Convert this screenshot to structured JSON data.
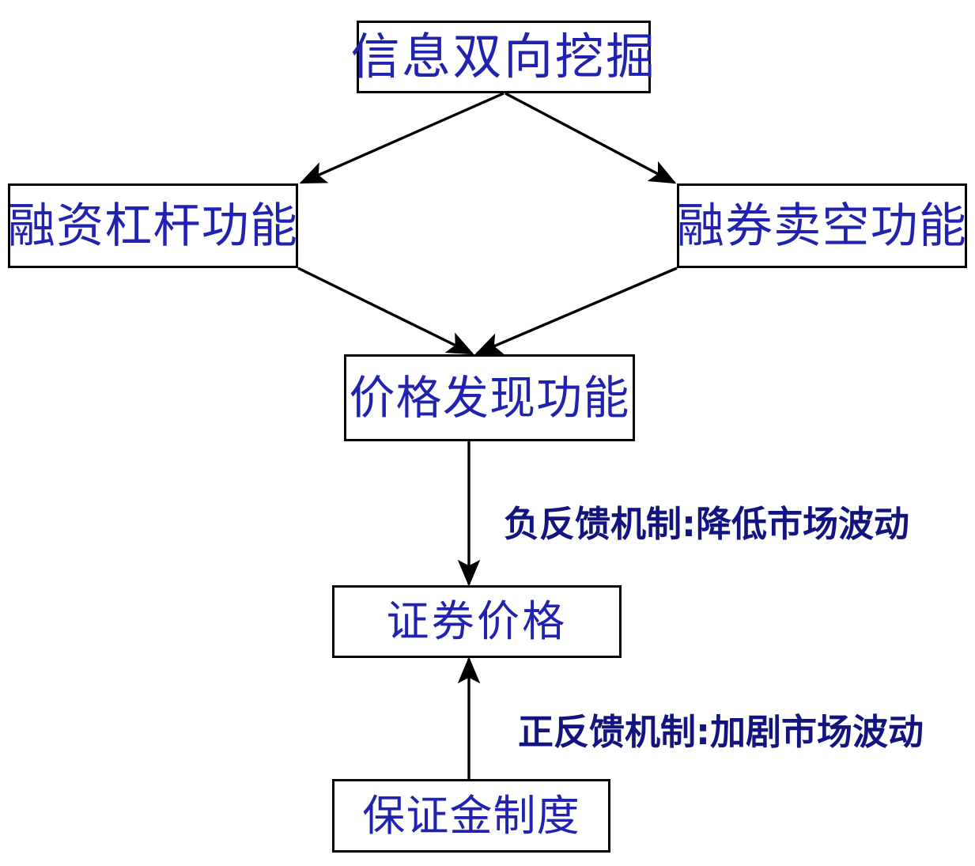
{
  "diagram": {
    "type": "flowchart",
    "title_text": "",
    "colors": {
      "box_border": "#000000",
      "box_fill": "#ffffff",
      "box_text": "#2222b0",
      "edge_label_text": "#141480",
      "connector": "#000000",
      "background": "#ffffff"
    },
    "nodes": [
      {
        "id": "info-mining",
        "label": "信息双向挖掘"
      },
      {
        "id": "margin-lever",
        "label": "融资杠杆功能"
      },
      {
        "id": "short-sell",
        "label": "融券卖空功能"
      },
      {
        "id": "price-disc",
        "label": "价格发现功能"
      },
      {
        "id": "sec-price",
        "label": "证券价格"
      },
      {
        "id": "margin-system",
        "label": "保证金制度"
      }
    ],
    "edge_labels": [
      {
        "id": "negative-feedback",
        "label": "负反馈机制:降低市场波动"
      },
      {
        "id": "positive-feedback",
        "label": "正反馈机制:加剧市场波动"
      }
    ],
    "edges": [
      {
        "from": "info-mining",
        "to": "margin-lever",
        "arrow": "end",
        "label": ""
      },
      {
        "from": "info-mining",
        "to": "short-sell",
        "arrow": "end",
        "label": ""
      },
      {
        "from": "margin-lever",
        "to": "price-disc",
        "arrow": "end",
        "label": ""
      },
      {
        "from": "short-sell",
        "to": "price-disc",
        "arrow": "end",
        "label": ""
      },
      {
        "from": "price-disc",
        "to": "sec-price",
        "arrow": "end",
        "label": "负反馈机制:降低市场波动"
      },
      {
        "from": "margin-system",
        "to": "sec-price",
        "arrow": "end",
        "label": "正反馈机制:加剧市场波动"
      }
    ]
  }
}
